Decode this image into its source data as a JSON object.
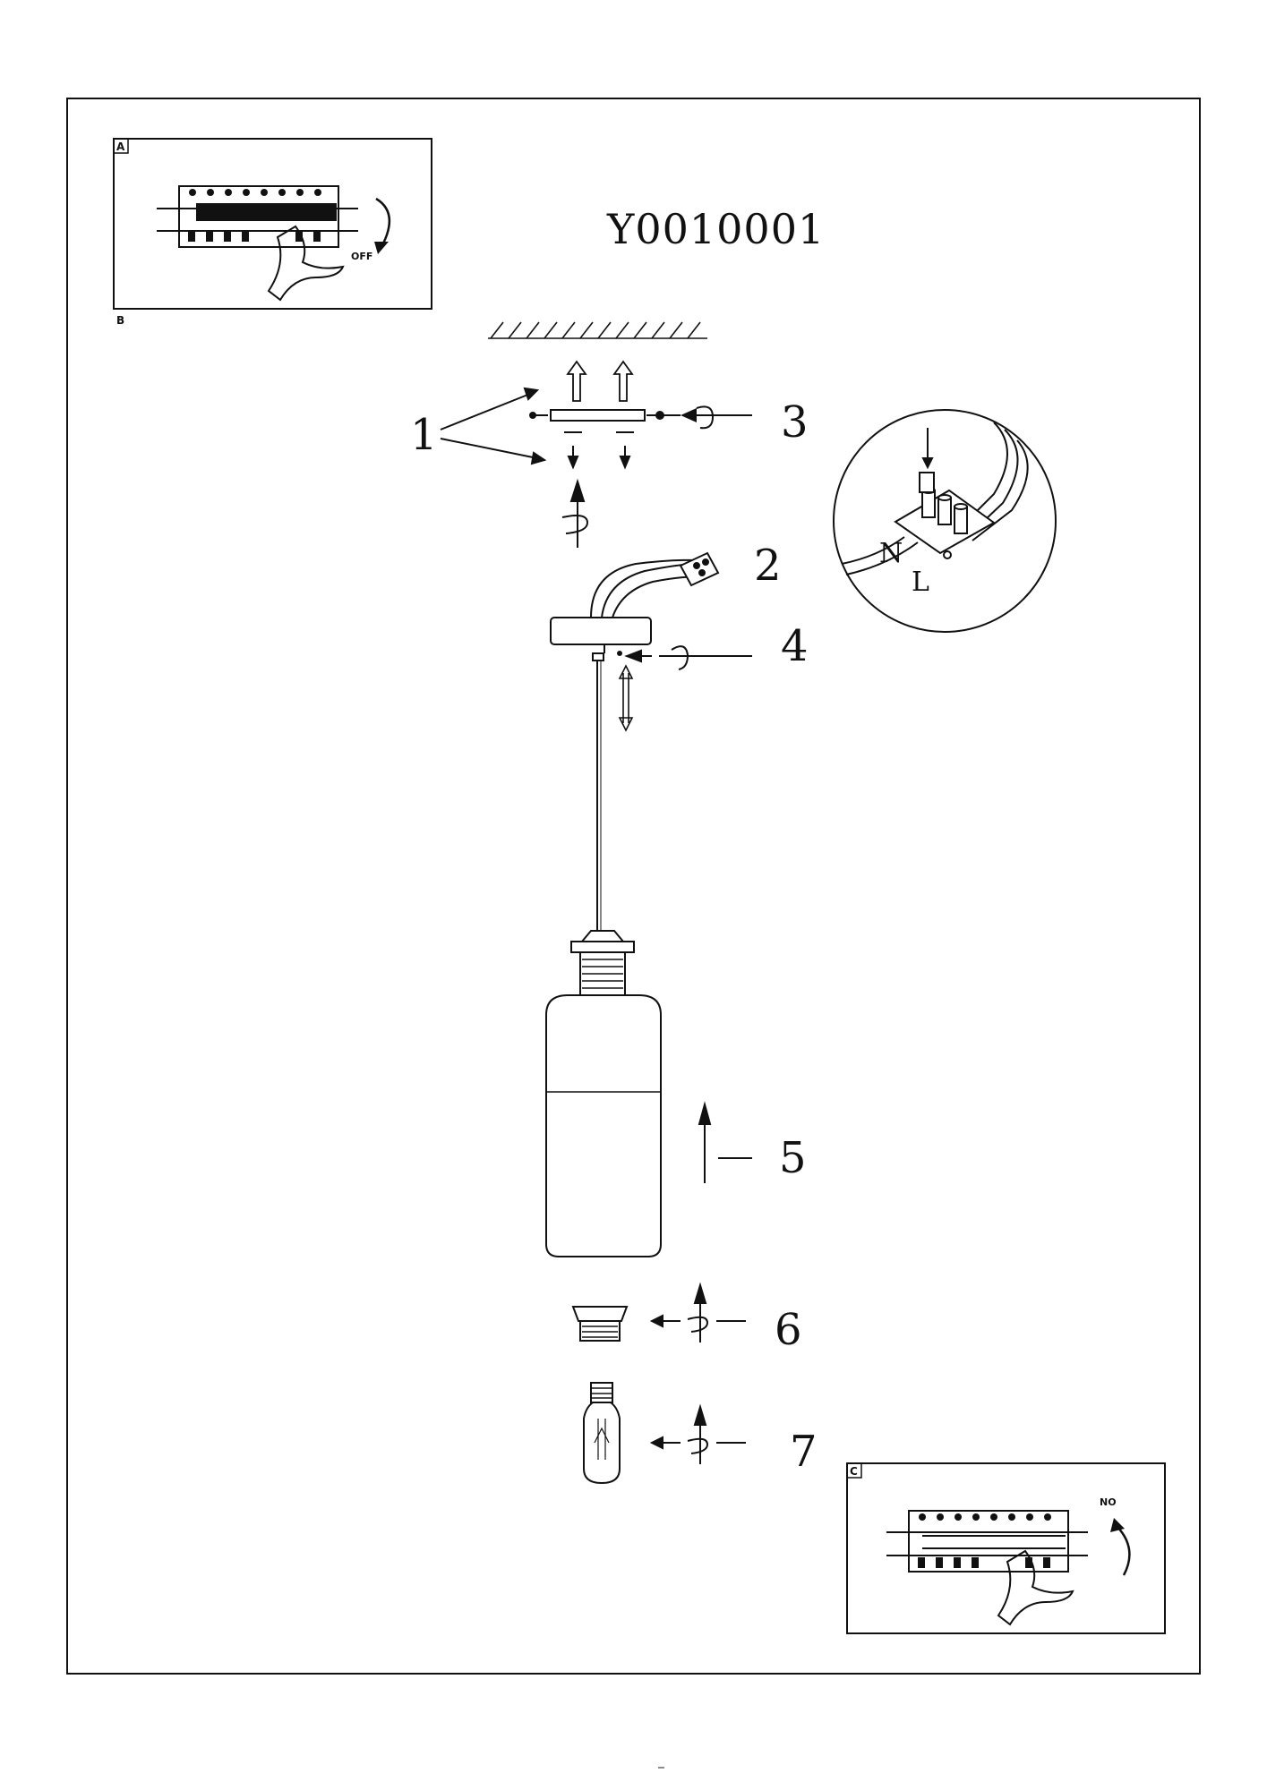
{
  "model_code": "Y0010001",
  "panels": {
    "a": {
      "letter": "A",
      "switch_label": "OFF"
    },
    "b": {
      "letter": "B"
    },
    "c": {
      "letter": "C",
      "switch_label": "NO"
    }
  },
  "step_numbers": [
    "1",
    "2",
    "3",
    "4",
    "5",
    "6",
    "7"
  ],
  "wiring_detail": {
    "terminal_labels": [
      "N",
      "L"
    ]
  }
}
